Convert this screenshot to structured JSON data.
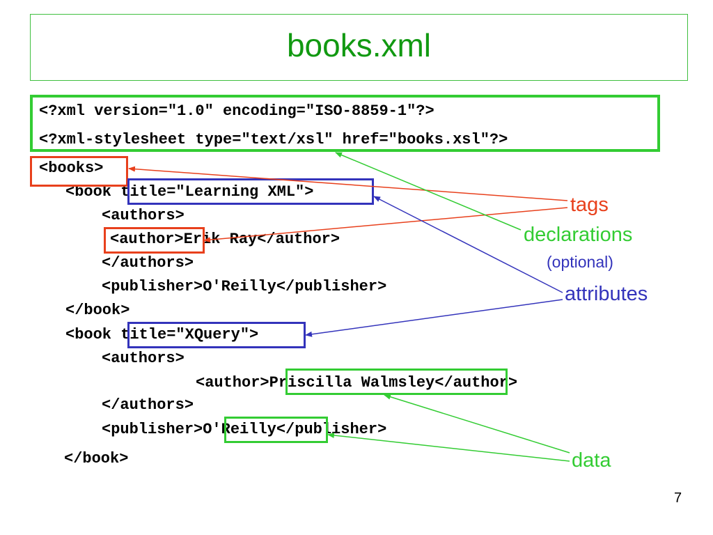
{
  "title": "books.xml",
  "code_lines": [
    "<?xml version=\"1.0\" encoding=\"ISO-8859-1\"?>",
    "<?xml-stylesheet type=\"text/xsl\" href=\"books.xsl\"?>",
    "<books>",
    "<book title=\"Learning XML\">",
    "<authors>",
    "<author>Erik Ray</author>",
    "</authors>",
    "<publisher>O'Reilly</publisher>",
    "</book>",
    "<book title=\"XQuery\">",
    "<authors>",
    "<author>Priscilla Walmsley</author>",
    "</authors>",
    "<publisher>O'Reilly</publisher>",
    "</book>"
  ],
  "labels": {
    "tags": "tags",
    "declarations": "declarations",
    "optional": "(optional)",
    "attributes": "attributes",
    "data": "data"
  },
  "colors": {
    "title": "#119911",
    "green": "#33cc33",
    "red": "#e8401c",
    "blue": "#3333bb"
  },
  "page_number": "7"
}
